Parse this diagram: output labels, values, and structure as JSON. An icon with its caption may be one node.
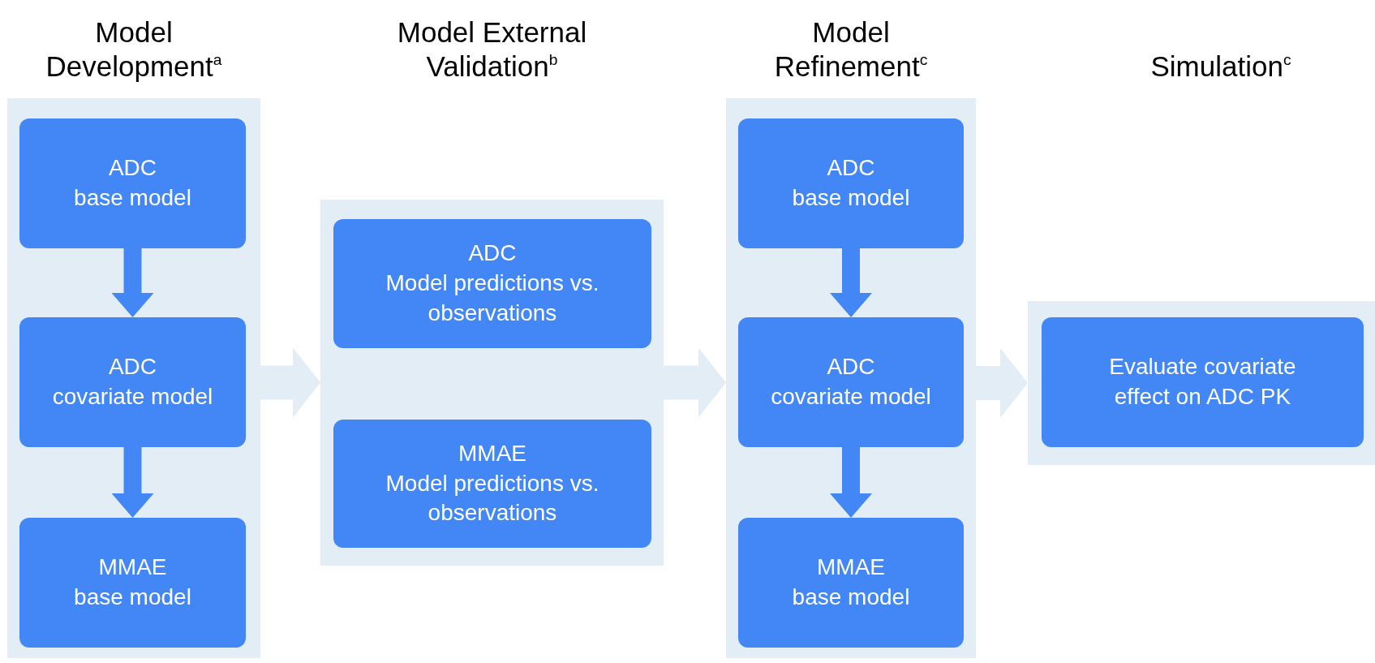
{
  "diagram": {
    "nodes": [
      {
        "text": [
          "Model Development$^{a}$"
        ]
      },
      {
        "text": [
          "ADC",
          "base model"
        ],
        "in": 0
      },
      {
        "text": [
          "ADC",
          "covariate model"
        ],
        "in": 0
      },
      {
        "text": [
          "MMAE",
          "base model"
        ],
        "in": 0
      },
      {
        "text": [
          "Model External Validation$^{b}$"
        ]
      },
      {
        "text": [
          "ADC",
          "Model predictions vs. observations"
        ],
        "in": 4
      },
      {
        "text": [
          "MMAE",
          "Model predictions vs. observations"
        ],
        "in": 4
      },
      {
        "text": [
          "Model Refinement$^{c}$"
        ]
      },
      {
        "text": [
          "ADC",
          "base model"
        ],
        "in": 7
      },
      {
        "text": [
          "ADC",
          "covariate model"
        ],
        "in": 7
      },
      {
        "text": [
          "MMAE",
          "base model"
        ],
        "in": 7
      },
      {
        "text": [],
        "shape": "box"
      },
      {
        "text": [
          "Evaluate covariate effect on ADC PK"
        ],
        "in": 11
      }
    ],
    "edges": [
      {
        "from": 1,
        "to": 2,
        "arrow": "to"
      },
      {
        "from": 2,
        "to": 3,
        "arrow": "to"
      },
      {
        "from": 0,
        "to": 4,
        "arrow": "to",
        "style": "thick",
        "color": "#e3edf6"
      },
      {
        "from": 4,
        "to": 7,
        "arrow": "to",
        "style": "thick",
        "color": "#e3edf6"
      },
      {
        "from": 8,
        "to": 9,
        "arrow": "to"
      },
      {
        "from": 9,
        "to": 10,
        "arrow": "to"
      },
      {
        "from": 7,
        "to": 11,
        "arrow": "to",
        "style": "thick",
        "color": "#e3edf6"
      }
    ],
    "labels": [
      "Simulation$^{c}$"
    ]
  }
}
